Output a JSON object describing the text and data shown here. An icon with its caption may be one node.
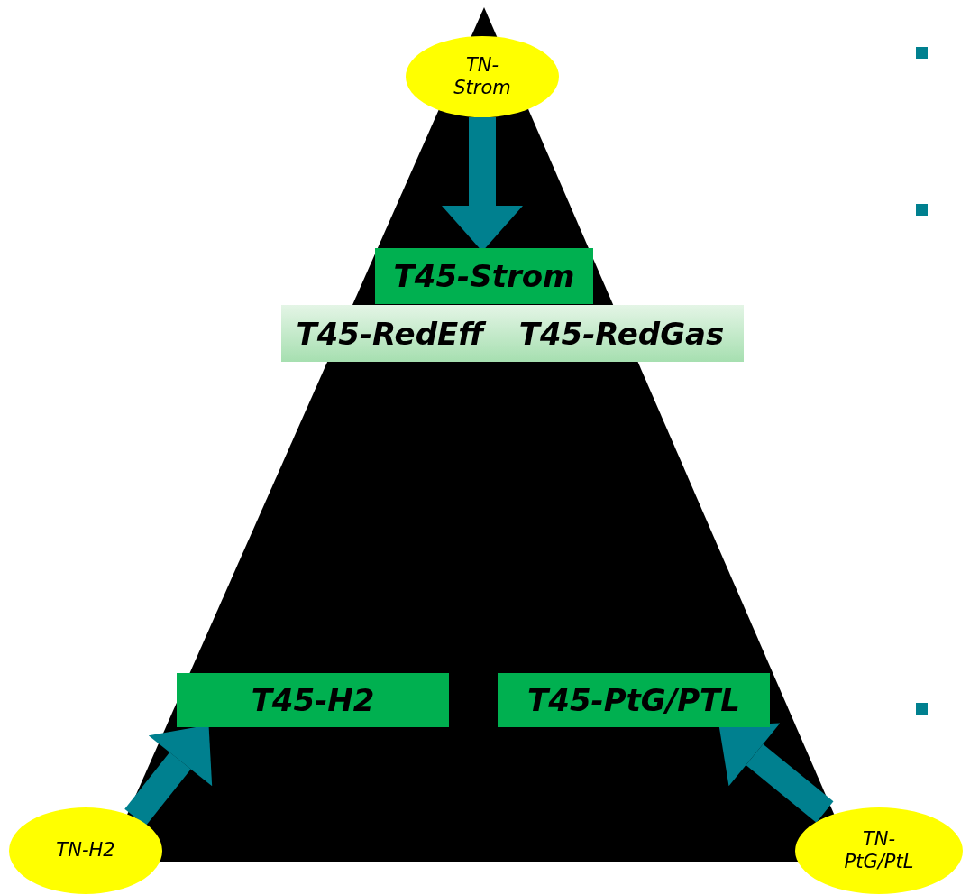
{
  "diagram": {
    "nodes": [
      {
        "text": [
          "TN-Strom"
        ]
      },
      {
        "text": [
          "T45-Strom"
        ]
      },
      {
        "text": [
          "T45-RedEff"
        ]
      },
      {
        "text": [
          "T45-RedGas"
        ]
      },
      {
        "text": [
          "T45-H2"
        ]
      },
      {
        "text": [
          "T45-PtG/PTL"
        ]
      },
      {
        "text": [
          "TN-H2"
        ]
      },
      {
        "text": [
          "TN-PtG/PtL"
        ]
      }
    ],
    "edges": [
      {
        "from": 0,
        "to": 1,
        "arrow": "to"
      },
      {
        "from": 6,
        "to": 4,
        "arrow": "to"
      },
      {
        "from": 7,
        "to": 5,
        "arrow": "to"
      }
    ]
  }
}
